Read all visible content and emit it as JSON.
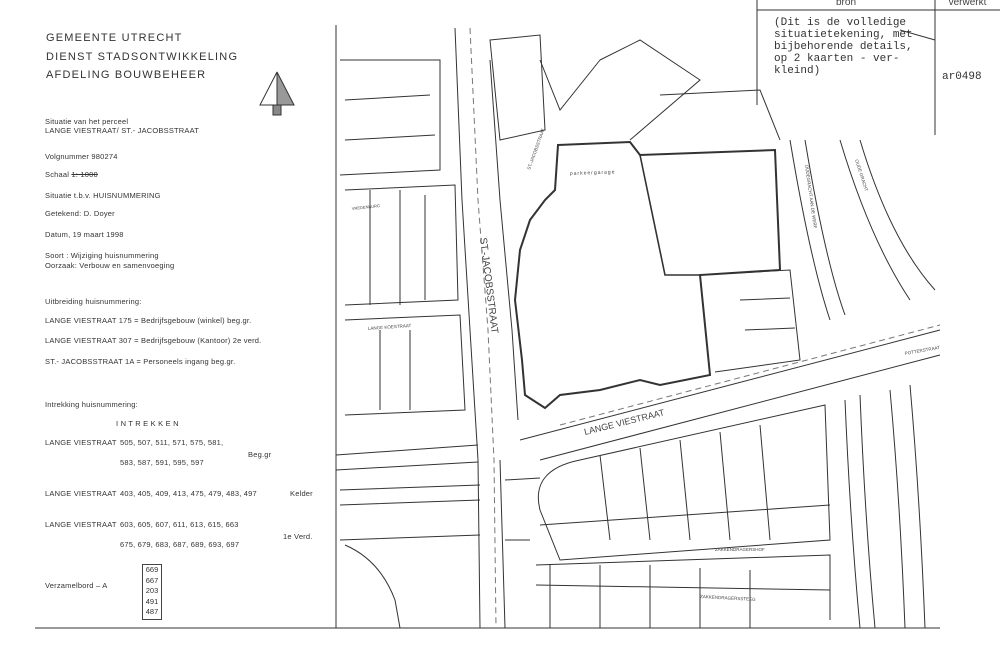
{
  "header": {
    "line1": "GEMEENTE UTRECHT",
    "line2": "DIENST STADSONTWIKKELING",
    "line3": "AFDELING BOUWBEHEER"
  },
  "details": {
    "situatie_label": "Situatie van het perceel",
    "perceel": "LANGE VIESTRAAT/ ST.- JACOBSSTRAAT",
    "volgnummer": "Volgnummer 980274",
    "schaal_label": "Schaal",
    "schaal_value": "1: 1000",
    "situatie_tbv": "Situatie t.b.v. HUISNUMMERING",
    "getekend": "Getekend: D. Doyer",
    "datum": "Datum, 19 maart 1998",
    "soort": "Soort : Wijziging huisnummering",
    "oorzaak": "Oorzaak: Verbouw en samenvoeging"
  },
  "uitbreiding": {
    "title": "Uitbreiding huisnummering:",
    "items": [
      "LANGE VIESTRAAT 175 = Bedrijfsgebouw (winkel) beg.gr.",
      "LANGE VIESTRAAT 307 = Bedrijfsgebouw (Kantoor) 2e verd.",
      "ST.- JACOBSSTRAAT 1A = Personeels ingang beg.gr."
    ]
  },
  "intrekking": {
    "title": "Intrekking huisnummering:",
    "heading": "I N T R E K K E N",
    "groups": [
      {
        "street": "LANGE VIESTRAAT",
        "line1": "505, 507, 511, 571, 575, 581,",
        "line2": "583, 587, 591, 595, 597",
        "floor": "Beg.gr"
      },
      {
        "street": "LANGE VIESTRAAT",
        "line1": "403, 405, 409, 413, 475, 479, 483, 497",
        "floor": "Kelder"
      },
      {
        "street": "LANGE VIESTRAAT",
        "line1": "603, 605, 607, 611, 613, 615, 663",
        "line2": "675, 679, 683, 687, 689, 693, 697",
        "floor": "1e Verd."
      }
    ]
  },
  "verzamelbord": {
    "label": "Verzamelbord – A",
    "numbers": [
      "669",
      "667",
      "203",
      "491",
      "487"
    ]
  },
  "archive_table": {
    "col_bron": "bron",
    "col_verwerkt": "verwerkt",
    "bron_text": [
      "(Dit is de volledige",
      "situatietekening, met",
      "bijbehorende details,",
      "op 2 kaarten - ver-",
      "kleind)"
    ],
    "verwerkt_text": "ar0498"
  },
  "map_labels": {
    "st_jacobsstraat": "ST.-JACOBSSTRAAT",
    "st_jacobsstraat_small": "ST.-JACOBSSTRAAT",
    "lange_viestraat": "LANGE VIESTRAAT",
    "lange_koestraat": "LANGE KOESTRAAT",
    "parkeergarage": "parkeergarage",
    "zakkendragershof": "ZAKKENDRAGERSHOF",
    "zakkendragerssteeg": "ZAKKENDRAGERSSTEEG",
    "oudegracht_werf": "OUDEGRACHT AAN DE WERF",
    "oudegracht": "OUDE GRACHT",
    "potterstraat": "POTTERSTRAAT",
    "vredenburg": "VREDENBURG"
  }
}
